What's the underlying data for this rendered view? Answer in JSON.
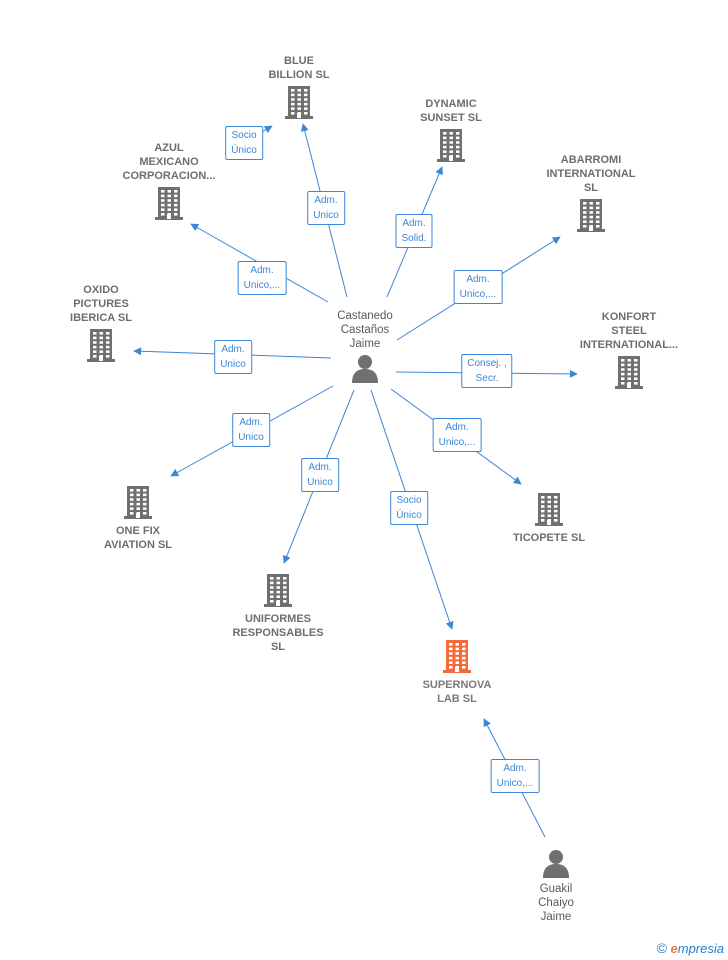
{
  "colors": {
    "edge": "#3b86d6",
    "building": "#707070",
    "focus_building": "#f26b38",
    "person": "#707070"
  },
  "nodes": [
    {
      "id": "castanedo",
      "type": "person",
      "lines": [
        "Castanedo",
        "Castaños",
        "Jaime"
      ],
      "icon": "person-icon"
    },
    {
      "id": "blue",
      "type": "company",
      "lines": [
        "BLUE",
        "BILLION  SL"
      ],
      "icon": "building-icon"
    },
    {
      "id": "dynamic",
      "type": "company",
      "lines": [
        "DYNAMIC",
        "SUNSET SL"
      ],
      "icon": "building-icon"
    },
    {
      "id": "azul",
      "type": "company",
      "lines": [
        "AZUL",
        "MEXICANO",
        "CORPORACION..."
      ],
      "icon": "building-icon"
    },
    {
      "id": "abarromi",
      "type": "company",
      "lines": [
        "ABARROMI",
        "INTERNATIONAL",
        "SL"
      ],
      "icon": "building-icon"
    },
    {
      "id": "oxido",
      "type": "company",
      "lines": [
        "OXIDO",
        "PICTURES",
        "IBERICA  SL"
      ],
      "icon": "building-icon"
    },
    {
      "id": "konfort",
      "type": "company",
      "lines": [
        "KONFORT",
        "STEEL",
        "INTERNATIONAL..."
      ],
      "icon": "building-icon"
    },
    {
      "id": "onefix",
      "type": "company",
      "lines": [
        "ONE FIX",
        "AVIATION  SL"
      ],
      "icon": "building-icon"
    },
    {
      "id": "ticopete",
      "type": "company",
      "lines": [
        "TICOPETE  SL"
      ],
      "icon": "building-icon"
    },
    {
      "id": "uniformes",
      "type": "company",
      "lines": [
        "UNIFORMES",
        "RESPONSABLES",
        "SL"
      ],
      "icon": "building-icon"
    },
    {
      "id": "supernova",
      "type": "focus",
      "lines": [
        "SUPERNOVA",
        "LAB  SL"
      ],
      "icon": "building-icon"
    },
    {
      "id": "guakil",
      "type": "person",
      "lines": [
        "Guakil",
        "Chaiyo",
        "Jaime"
      ],
      "icon": "person-icon"
    }
  ],
  "edges": [
    {
      "from": "castanedo",
      "to": "blue",
      "label": [
        "Adm.",
        "Unico"
      ]
    },
    {
      "from": "castanedo",
      "to": "azul",
      "label": [
        "Adm.",
        "Unico,..."
      ]
    },
    {
      "from": "castanedo",
      "to": "dynamic",
      "label": [
        "Adm.",
        "Solid."
      ]
    },
    {
      "from": "castanedo",
      "to": "abarromi",
      "label": [
        "Adm.",
        "Unico,..."
      ]
    },
    {
      "from": "castanedo",
      "to": "oxido",
      "label": [
        "Adm.",
        "Unico"
      ]
    },
    {
      "from": "castanedo",
      "to": "konfort",
      "label": [
        "Consej. ,",
        "Secr."
      ]
    },
    {
      "from": "castanedo",
      "to": "onefix",
      "label": [
        "Adm.",
        "Unico"
      ]
    },
    {
      "from": "castanedo",
      "to": "ticopete",
      "label": [
        "Adm.",
        "Unico,..."
      ]
    },
    {
      "from": "castanedo",
      "to": "uniformes",
      "label": [
        "Adm.",
        "Unico"
      ]
    },
    {
      "from": "castanedo",
      "to": "supernova",
      "label": [
        "Socio",
        "Único"
      ]
    },
    {
      "from": "azul",
      "to": "blue",
      "label": [
        "Socio",
        "Único"
      ]
    },
    {
      "from": "guakil",
      "to": "supernova",
      "label": [
        "Adm.",
        "Unico,..."
      ]
    }
  ],
  "footer": {
    "copyright": "©",
    "brand_initial": "e",
    "brand_rest": "mpresia"
  }
}
